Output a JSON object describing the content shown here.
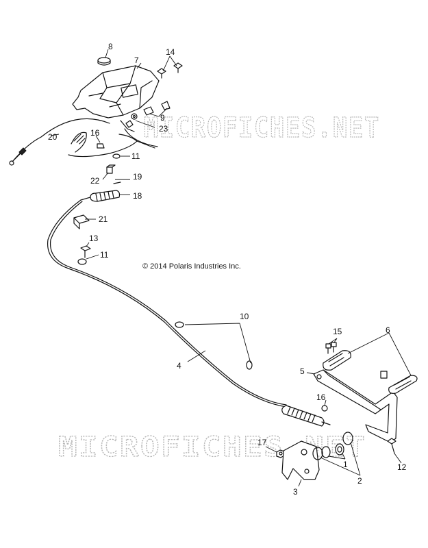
{
  "copyright": "© 2014 Polaris Industries Inc.",
  "watermark": "MICROFICHES.NET",
  "callouts": [
    "1",
    "1",
    "2",
    "2",
    "3",
    "4",
    "5",
    "6",
    "6",
    "7",
    "8",
    "9",
    "9",
    "10",
    "10",
    "11",
    "11",
    "12",
    "13",
    "14",
    "14",
    "15",
    "15",
    "16",
    "16",
    "17",
    "18",
    "19",
    "20",
    "21",
    "22",
    "23"
  ]
}
